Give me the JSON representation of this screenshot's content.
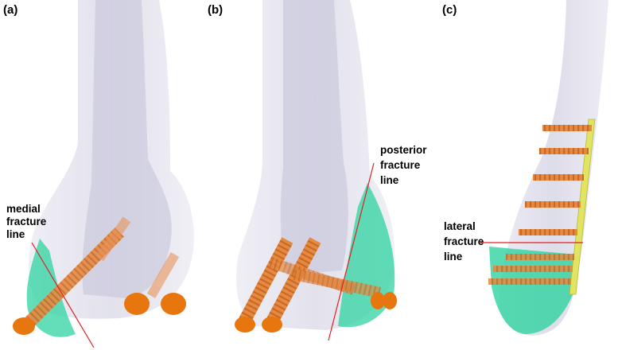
{
  "panels": [
    {
      "label": "(a)",
      "annotation": [
        "medial",
        "fracture",
        "line"
      ]
    },
    {
      "label": "(b)",
      "annotation": [
        "posterior",
        "fracture",
        "line"
      ]
    },
    {
      "label": "(c)",
      "annotation": [
        "lateral",
        "fracture",
        "line"
      ]
    }
  ],
  "colors": {
    "bone": "#d2d1e2",
    "bone_edge": "#b9b8cc",
    "fragment": "#2fd3a0",
    "screw": "#e27d2c",
    "screw_dark": "#c4611a",
    "head": "#e8760e",
    "plate": "#e2e360",
    "fracture_line": "#e02020"
  }
}
